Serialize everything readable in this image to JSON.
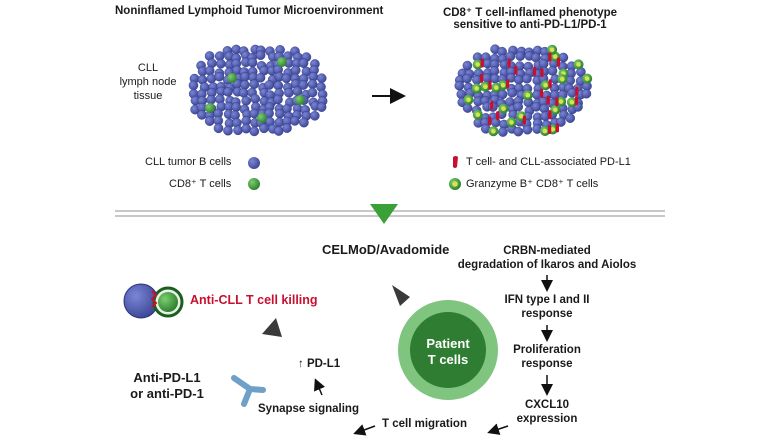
{
  "top": {
    "left_title": "Noninflamed Lymphoid Tumor Microenvironment",
    "right_title_line1": "CD8⁺ T cell-inflamed phenotype",
    "right_title_line2": "sensitive to anti-PD-L1/PD-1",
    "tissue_label": [
      "CLL",
      "lymph node",
      "tissue"
    ],
    "legend_left": [
      "CLL tumor B cells",
      "CD8⁺ T cells"
    ],
    "legend_right": [
      "T cell- and CLL-associated PD-L1",
      "Granzyme B⁺ CD8⁺ T cells"
    ]
  },
  "bottom": {
    "drug": "CELMoD/Avadomide",
    "crbn": [
      "CRBN-mediated",
      "degradation of Ikaros and Aiolos"
    ],
    "ifn": [
      "IFN type I and II",
      "response"
    ],
    "prolif": [
      "Proliferation",
      "response"
    ],
    "cxcl": [
      "CXCL10",
      "expression"
    ],
    "migration": "T cell migration",
    "synapse": "Synapse signaling",
    "pdl1": "↑ PD-L1",
    "anti": [
      "Anti-PD-L1",
      "or anti-PD-1"
    ],
    "killing": "Anti-CLL T cell killing",
    "patient": [
      "Patient",
      "T cells"
    ]
  },
  "colors": {
    "b_cell": "#4a56b0",
    "t_cell": "#3f9e3f",
    "pdl1": "#c8102e",
    "granzyme": "#d8e24a",
    "arrow_green": "#3aa13a",
    "patient_outer": "#7fc47f",
    "patient_inner": "#2f7d32",
    "antibody": "#6fa0c8"
  }
}
